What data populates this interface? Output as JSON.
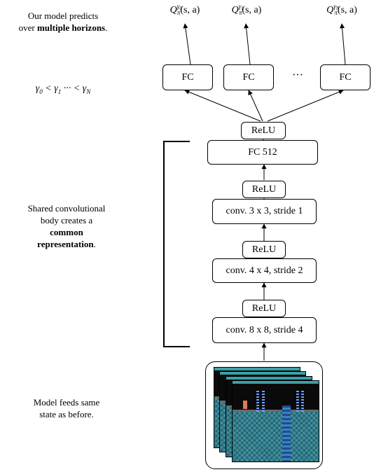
{
  "outputs": {
    "q0": {
      "sup": "γ",
      "supsub": "0",
      "args": "(s, a)"
    },
    "q1": {
      "sup": "γ",
      "supsub": "1",
      "args": "(s, a)"
    },
    "qN": {
      "sup": "γ",
      "supsub": "N",
      "args": "(s, a)"
    },
    "base": "Q",
    "policy": "π"
  },
  "heads": {
    "fc_label": "FC",
    "ellipsis": "···"
  },
  "trunk": {
    "relu_top": "ReLU",
    "fc512": "FC 512",
    "relu_3": "ReLU",
    "conv3": "conv. 3 x 3, stride 1",
    "relu_2": "ReLU",
    "conv2": "conv. 4 x 4, stride 2",
    "relu_1": "ReLU",
    "conv1": "conv. 8 x 8, stride 4"
  },
  "annotations": {
    "predicts_1": "Our model predicts",
    "predicts_2": "over",
    "predicts_bold": "multiple horizons",
    "predicts_end": ".",
    "gamma_order": "γ0 < γ1 ··· < γN",
    "shared_1": "Shared convolutional",
    "shared_2": "body creates a",
    "shared_bold_1": "common",
    "shared_bold_2": "representation",
    "shared_end": ".",
    "feeds_1": "Model feeds same",
    "feeds_2": "state as before."
  }
}
